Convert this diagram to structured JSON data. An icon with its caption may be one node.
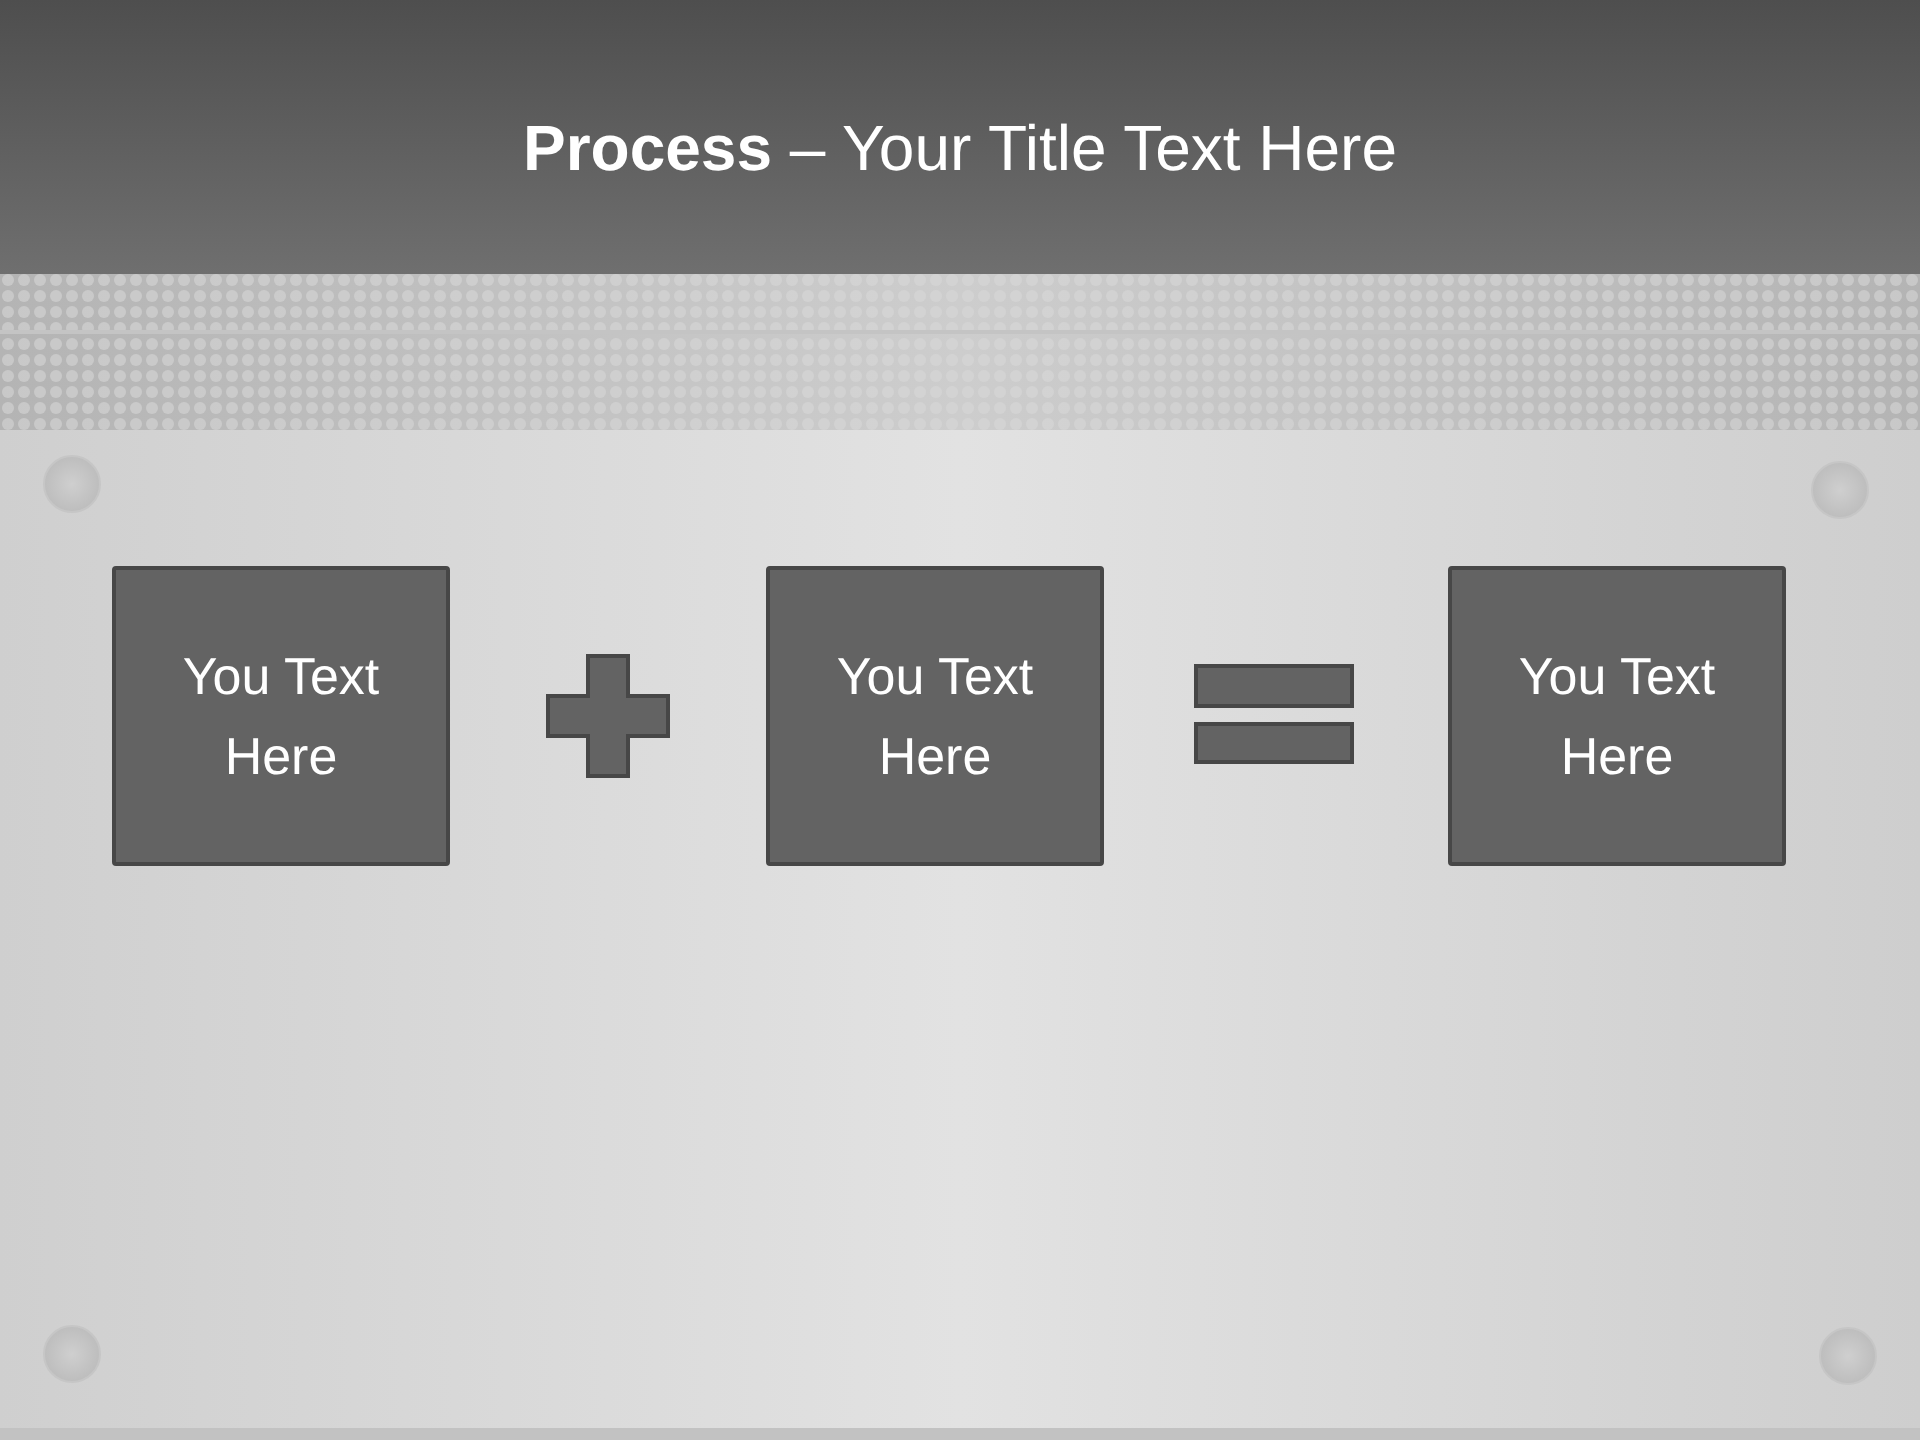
{
  "diagram": {
    "title": "**Process** – Your Title Text Here",
    "nodes": [
      {
        "text": [
          "You Text Here"
        ]
      },
      {
        "text": [
          "You Text Here"
        ]
      },
      {
        "text": [
          "You Text Here"
        ]
      }
    ]
  }
}
